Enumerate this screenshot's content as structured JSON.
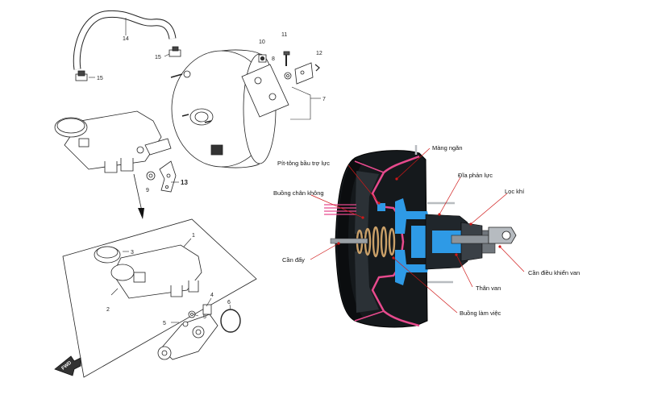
{
  "exploded_view": {
    "part_numbers": {
      "p14": "14",
      "p15a": "15",
      "p15b": "15",
      "p10": "10",
      "p11": "11",
      "p8": "8",
      "p12": "12",
      "p7": "7",
      "p9": "9",
      "p13": "13",
      "p1": "1",
      "p3": "3",
      "p2": "2",
      "p4": "4",
      "p6": "6",
      "p5a": "5",
      "p5b": "5"
    },
    "direction_label": "FWD"
  },
  "cutaway": {
    "labels": {
      "mang_ngan": "Màng ngăn",
      "piston": "Pít-tông bầu trợ lực",
      "dia_phan_luc": "Đĩa phản lực",
      "loc_khi": "Lọc khí",
      "buong_chan_khong": "Buồng chân không",
      "can_day": "Cần đẩy",
      "can_dieu_khien_van": "Cần điều khiển van",
      "than_van": "Thân van",
      "buong_lam_viec": "Buồng làm việc"
    },
    "colors": {
      "shell": "#15191c",
      "diaphragm": "#e74a8d",
      "blue_parts": "#2e9ae6",
      "leader_line": "#d01818"
    }
  }
}
